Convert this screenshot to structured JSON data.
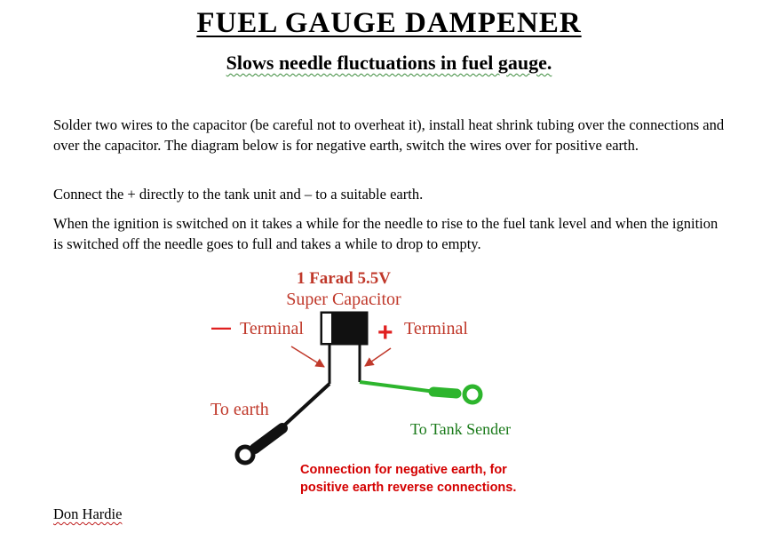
{
  "header": {
    "title": "FUEL GAUGE DAMPENER",
    "subtitle": "Slows needle fluctuations in fuel gauge."
  },
  "body": {
    "paragraphs": [
      "Solder two wires to the capacitor (be careful not to overheat it), install heat shrink tubing over the connections and over the capacitor. The diagram below is for negative earth, switch the wires over for positive earth.",
      "Connect the + directly to the tank unit and – to a suitable earth.",
      "When the ignition is switched on it takes a while for the needle to rise to the fuel tank level and when the ignition is switched off the needle goes to full and takes a while to drop to empty."
    ]
  },
  "diagram": {
    "capacitor_line1": "1 Farad 5.5V",
    "capacitor_line2": "Super Capacitor",
    "negative_sign": "—",
    "negative_label": "Terminal",
    "positive_sign": "+",
    "positive_label": "Terminal",
    "earth_label": "To earth",
    "sender_label": "To Tank Sender",
    "note_line1": "Connection for negative earth, for",
    "note_line2": "positive earth reverse connections.",
    "colors": {
      "heading_red": "#c0392b",
      "sign_red": "#e02020",
      "green_wire": "#2db52d",
      "green_text": "#1a7a1a",
      "note_red": "#d40000"
    }
  },
  "footer": {
    "author": "Don Hardie"
  }
}
